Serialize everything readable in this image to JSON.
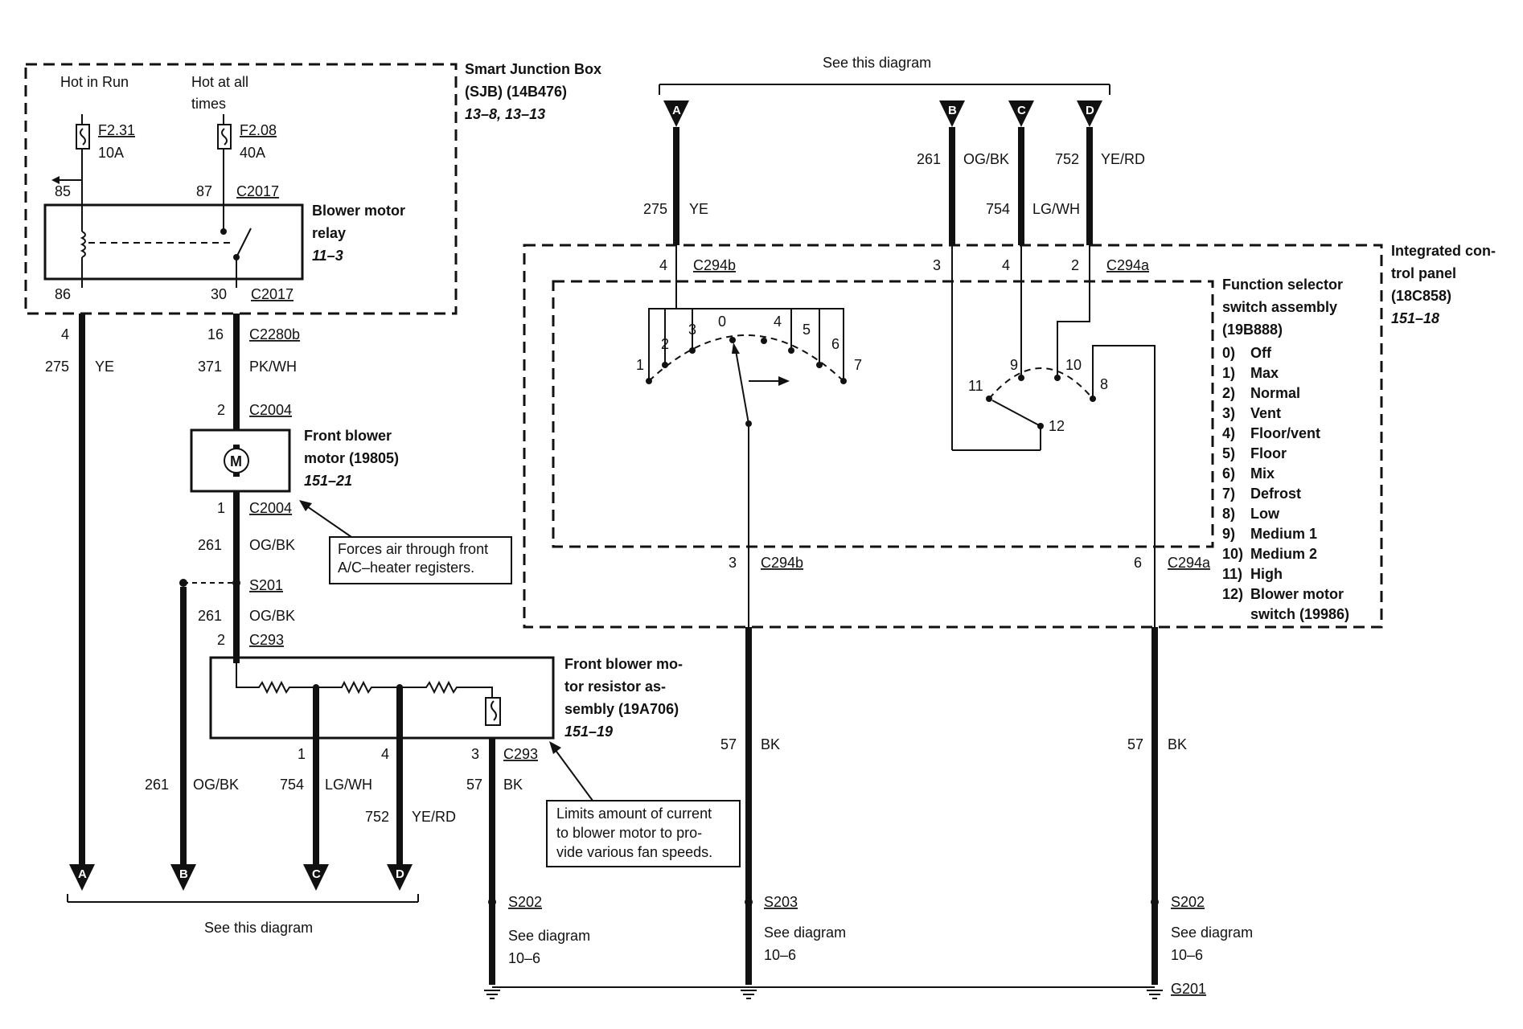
{
  "sjb": {
    "hot_in_run": "Hot in Run",
    "hot_at_all_1": "Hot at all",
    "hot_at_all_2": "times",
    "title_1": "Smart Junction Box",
    "title_2": "(SJB) (14B476)",
    "ref": "13–8, 13–13",
    "fuse1_id": "F2.31",
    "fuse1_amp": "10A",
    "fuse2_id": "F2.08",
    "fuse2_amp": "40A",
    "pin85": "85",
    "pin87": "87",
    "pin86": "86",
    "pin30": "30",
    "conn_top": "C2017",
    "conn_bot": "C2017"
  },
  "relay": {
    "title_1": "Blower motor",
    "title_2": "relay",
    "ref": "11–3"
  },
  "left_wires": {
    "w4_pin": "4",
    "w4_circuit": "275",
    "w4_color": "YE",
    "c2280b_pin": "16",
    "c2280b": "C2280b",
    "w371": "371",
    "w371_color": "PK/WH",
    "c2004_pin_top": "2",
    "c2004_top": "C2004",
    "c2004_pin_bot": "1",
    "c2004_bot": "C2004",
    "w261a": "261",
    "w261a_color": "OG/BK",
    "s201": "S201",
    "w261b": "261",
    "w261b_color": "OG/BK",
    "c293_pin_top": "2",
    "c293_top": "C293"
  },
  "motor": {
    "title_1": "Front blower",
    "title_2": "motor (19805)",
    "ref": "151–21",
    "symbol": "M"
  },
  "callout_motor": {
    "line1": "Forces air through front",
    "line2": "A/C–heater registers."
  },
  "resistor": {
    "title_1": "Front blower mo-",
    "title_2": "tor resistor as-",
    "title_3": "sembly (19A706)",
    "ref": "151–19",
    "pin1": "1",
    "pin4": "4",
    "pin3": "3",
    "conn": "C293"
  },
  "callout_resistor": {
    "line1": "Limits amount of current",
    "line2": "to blower motor to pro-",
    "line3": "vide various fan speeds."
  },
  "bottom_wires": {
    "b261": "261",
    "b261_color": "OG/BK",
    "c754": "754",
    "c754_color": "LG/WH",
    "d752": "752",
    "d752_color": "YE/RD",
    "g57": "57",
    "g57_color": "BK"
  },
  "connectors": {
    "a": "A",
    "b": "B",
    "c": "C",
    "d": "D"
  },
  "see_bottom": "See this diagram",
  "see_top": "See this diagram",
  "top_wires": {
    "a275": "275",
    "a275_color": "YE",
    "b261": "261",
    "b261_color": "OG/BK",
    "c754": "754",
    "c754_color": "LG/WH",
    "d752": "752",
    "d752_color": "YE/RD",
    "c294b_pin": "4",
    "c294b": "C294b",
    "c294a_pin3": "3",
    "c294a_pin4": "4",
    "c294a_pin2": "2",
    "c294a": "C294a"
  },
  "icp": {
    "title_1": "Integrated con-",
    "title_2": "trol panel",
    "title_3": "(18C858)",
    "ref": "151–18"
  },
  "fss": {
    "title_1": "Function selector",
    "title_2": "switch assembly",
    "title_3": "(19B888)",
    "legend": [
      {
        "n": "0)",
        "t": "Off"
      },
      {
        "n": "1)",
        "t": "Max"
      },
      {
        "n": "2)",
        "t": "Normal"
      },
      {
        "n": "3)",
        "t": "Vent"
      },
      {
        "n": "4)",
        "t": "Floor/vent"
      },
      {
        "n": "5)",
        "t": "Floor"
      },
      {
        "n": "6)",
        "t": "Mix"
      },
      {
        "n": "7)",
        "t": "Defrost"
      },
      {
        "n": "8)",
        "t": "Low"
      },
      {
        "n": "9)",
        "t": "Medium 1"
      },
      {
        "n": "10)",
        "t": "Medium 2"
      },
      {
        "n": "11)",
        "t": "High"
      },
      {
        "n": "12)",
        "t": "Blower motor"
      }
    ],
    "legend_last": "switch (19986)",
    "sw_labels": [
      "1",
      "2",
      "3",
      "0",
      "4",
      "5",
      "6",
      "7"
    ],
    "bm_labels": [
      "9",
      "10",
      "11",
      "8",
      "12"
    ]
  },
  "lower_right": {
    "c294b_pin": "3",
    "c294b": "C294b",
    "c294a_pin": "6",
    "c294a": "C294a",
    "w57a": "57",
    "w57a_color": "BK",
    "w57b": "57",
    "w57b_color": "BK",
    "s202_left": "S202",
    "see_left": "See diagram",
    "ref_left": "10–6",
    "s203": "S203",
    "see_mid": "See diagram",
    "ref_mid": "10–6",
    "s202_right": "S202",
    "see_right": "See diagram",
    "ref_right": "10–6",
    "g201": "G201"
  }
}
